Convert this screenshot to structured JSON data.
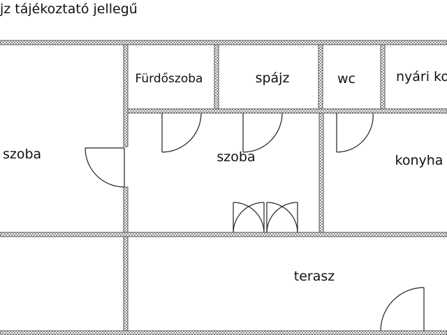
{
  "title": "jz tájékoztató jellegű",
  "rooms": {
    "bedroom_left": "szoba",
    "bathroom": "Fürdőszoba",
    "pantry": "spájz",
    "wc": "wc",
    "summer_kitchen": "nyári ko",
    "bedroom_center": "szoba",
    "kitchen": "konyha",
    "terrace": "terasz"
  }
}
